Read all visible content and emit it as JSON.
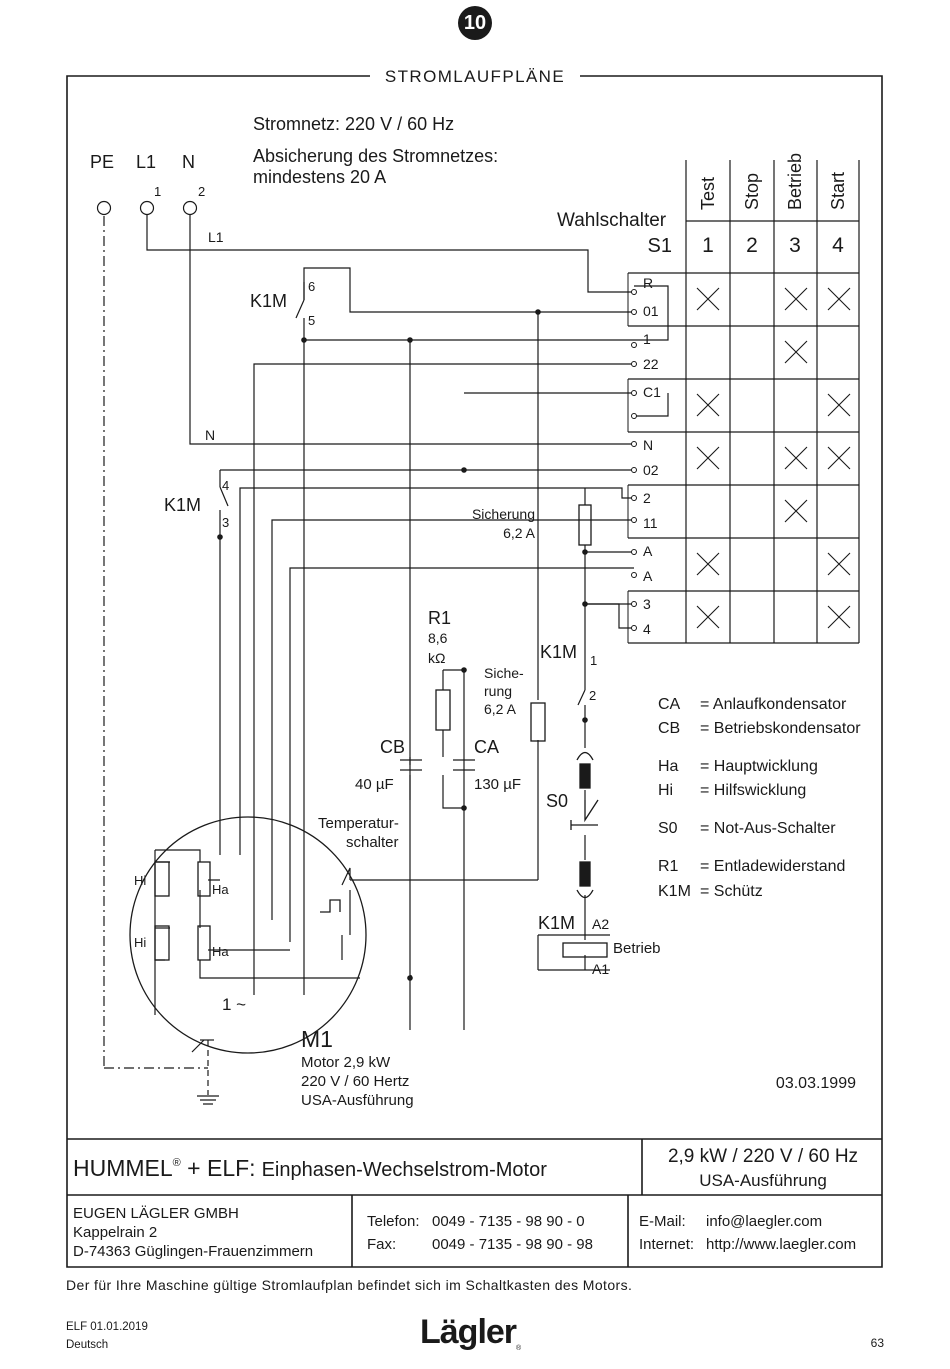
{
  "badge": "10",
  "title": "STROMLAUFPLÄNE",
  "supply": {
    "line1": "Stromnetz: 220 V / 60 Hz",
    "line2": "Absicherung des Stromnetzes:",
    "line3": "mindestens 20 A"
  },
  "terminals": {
    "pe": "PE",
    "l1": "L1",
    "n": "N",
    "num1": "1",
    "num2": "2",
    "wire_l1": "L1",
    "wire_n": "N"
  },
  "selector": {
    "name": "Wahlschalter",
    "ref": "S1",
    "columns": [
      {
        "label": "Test",
        "num": "1"
      },
      {
        "label": "Stop",
        "num": "2"
      },
      {
        "label": "Betrieb",
        "num": "3"
      },
      {
        "label": "Start",
        "num": "4"
      }
    ],
    "contacts": [
      "R",
      "01",
      "1",
      "22",
      "C1",
      "",
      "N",
      "02",
      "2",
      "11",
      "A",
      "A",
      "3",
      "4"
    ]
  },
  "components": {
    "k1m": "K1M",
    "k1m_top_6": "6",
    "k1m_top_5": "5",
    "k1m_mid_4": "4",
    "k1m_mid_3": "3",
    "k1m_right_1": "1",
    "k1m_right_2": "2",
    "coil_a2": "A2",
    "coil_a1": "A1",
    "coil_label": "Betrieb",
    "fuse1_l1": "Sicherung",
    "fuse1_l2": "6,2 A",
    "fuse2_l1": "Siche-",
    "fuse2_l2": "rung",
    "fuse2_l3": "6,2 A",
    "r1": "R1",
    "r1_val1": "8,6",
    "r1_val2": "kΩ",
    "cb": "CB",
    "cb_val": "40 µF",
    "ca": "CA",
    "ca_val": "130 µF",
    "s0": "S0",
    "temp_l1": "Temperatur-",
    "temp_l2": "schalter",
    "hi": "Hi",
    "ha": "Ha",
    "phase": "1 ~",
    "motor_ref": "M1",
    "motor_l1": "Motor 2,9 kW",
    "motor_l2": "220 V / 60 Hertz",
    "motor_l3": "USA-Ausführung"
  },
  "legend": [
    {
      "key": "CA",
      "desc": "Anlaufkondensator"
    },
    {
      "key": "CB",
      "desc": "Betriebskondensator"
    },
    {
      "key": "Ha",
      "desc": "Hauptwicklung"
    },
    {
      "key": "Hi",
      "desc": "Hilfswicklung"
    },
    {
      "key": "S0",
      "desc": "Not-Aus-Schalter"
    },
    {
      "key": "R1",
      "desc": "Entladewiderstand"
    },
    {
      "key": "K1M",
      "desc": "Schütz"
    }
  ],
  "date": "03.03.1999",
  "product": {
    "name": "HUMMEL",
    "reg": "®",
    "rest_plain": " + ELF:",
    "desc": "Einphasen-Wechselstrom-Motor",
    "spec": "2,9 kW / 220 V / 60 Hz",
    "variant": "USA-Ausführung"
  },
  "company": {
    "name": "EUGEN LÄGLER GMBH",
    "street": "Kappelrain 2",
    "city": "D-74363 Güglingen-Frauenzimmern",
    "tel_label": "Telefon:",
    "tel": "0049 - 7135 - 98 90 - 0",
    "fax_label": "Fax:",
    "fax": "0049 - 7135 - 98 90 - 98",
    "email_label": "E-Mail:",
    "email": "info@laegler.com",
    "web_label": "Internet:",
    "web": "http://www.laegler.com"
  },
  "note": "Der für Ihre Maschine gültige Stromlaufplan befindet sich im Schaltkasten des Motors.",
  "footer": {
    "doc": "ELF 01.01.2019",
    "lang": "Deutsch",
    "logo": "Lägler",
    "page": "63"
  }
}
